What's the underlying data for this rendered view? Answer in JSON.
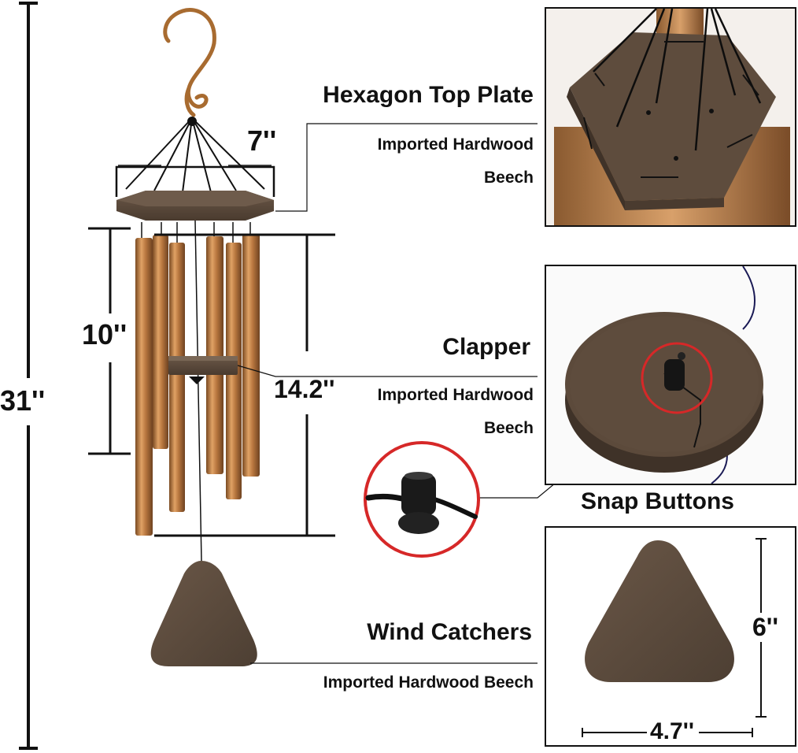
{
  "dimensions": {
    "overall": "31''",
    "plate_width": "7''",
    "tube_short": "10''",
    "tube_long": "14.2''",
    "catcher_height": "6''",
    "catcher_width": "4.7''"
  },
  "callouts": {
    "top_plate": {
      "title": "Hexagon Top Plate",
      "material_line1": "Imported Hardwood",
      "material_line2": "Beech"
    },
    "clapper": {
      "title": "Clapper",
      "material_line1": "Imported Hardwood",
      "material_line2": "Beech"
    },
    "snap": {
      "title": "Snap Buttons"
    },
    "catcher": {
      "title": "Wind Catchers",
      "material": "Imported Hardwood Beech"
    }
  },
  "colors": {
    "wood": "#5a4a3c",
    "copper": "#b8773f",
    "ring": "#d62828",
    "line": "#111111"
  }
}
